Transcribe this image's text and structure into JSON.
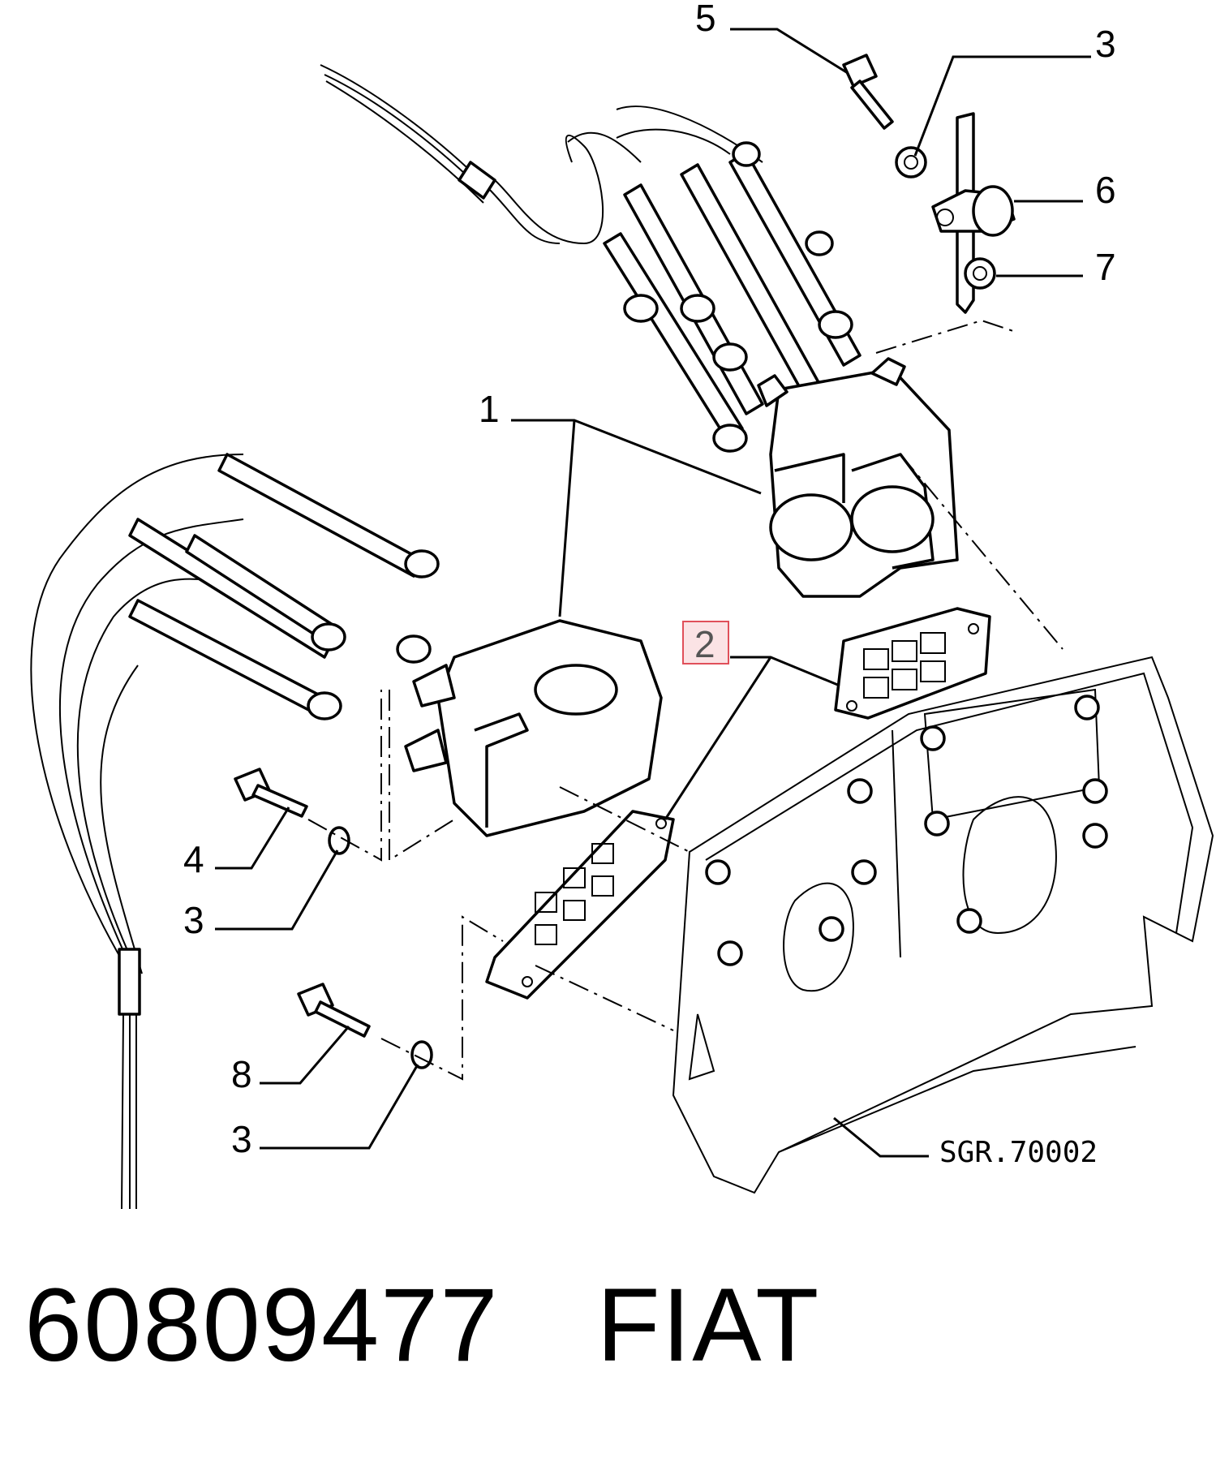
{
  "diagram": {
    "callouts": {
      "c5": "5",
      "c3_top": "3",
      "c6": "6",
      "c7": "7",
      "c1": "1",
      "c2": "2",
      "c4": "4",
      "c3_mid": "3",
      "c8": "8",
      "c3_bottom": "3"
    },
    "drawing_code": "SGR.70002",
    "highlight_color": "#e0505a"
  },
  "footer": {
    "part_number": "60809477",
    "brand": "FIAT"
  }
}
